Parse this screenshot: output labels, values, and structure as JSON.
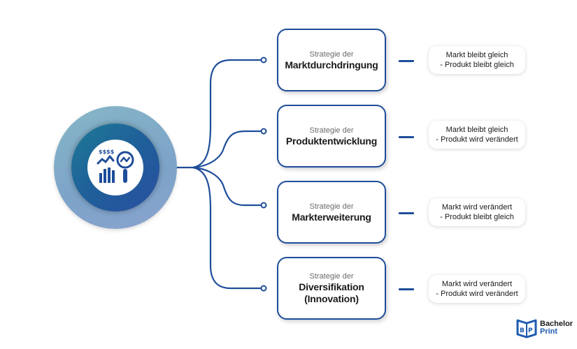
{
  "diagram": {
    "hub": {
      "icon": "market-analysis-icon",
      "accent": "#1e4d9a"
    },
    "strategies": [
      {
        "subtitle": "Strategie der",
        "title": "Marktdurchdringung",
        "result_line1": "Markt bleibt gleich",
        "result_line2": "- Produkt bleibt gleich"
      },
      {
        "subtitle": "Strategie der",
        "title": "Produktentwicklung",
        "result_line1": "Markt bleibt gleich",
        "result_line2": "- Produkt wird verändert"
      },
      {
        "subtitle": "Strategie der",
        "title": "Markterweiterung",
        "result_line1": "Markt wird verändert",
        "result_line2": "- Produkt bleibt gleich"
      },
      {
        "subtitle": "Strategie der",
        "title": "Diversifikation (Innovation)",
        "title_line1": "Diversifikation",
        "title_line2": "(Innovation)",
        "result_line1": "Markt wird verändert",
        "result_line2": "- Produkt wird verändert"
      }
    ]
  },
  "logo": {
    "line1": "Bachelor",
    "line2": "Print",
    "icon": "bachelorprint-book-icon"
  },
  "colors": {
    "line": "#1e4d9a",
    "box_border": "#1e4d9a",
    "hub_outer": "#86b6c6",
    "hub_inner": "#1f5f9a"
  }
}
